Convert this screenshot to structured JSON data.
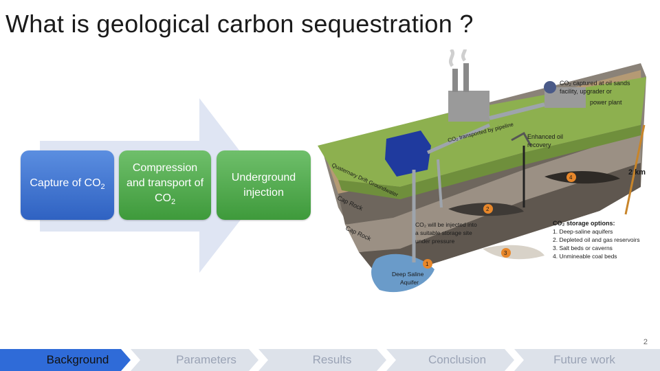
{
  "slide": {
    "title": "What is geological carbon sequestration ?",
    "page_number": "2"
  },
  "process": {
    "steps": [
      {
        "label_main": "Capture of CO",
        "label_sub": "2",
        "label_rest": ""
      },
      {
        "label_main": "Compression and transport of CO",
        "label_sub": "2",
        "label_rest": ""
      },
      {
        "label_main": "Underground injection",
        "label_sub": "",
        "label_rest": ""
      }
    ]
  },
  "diagram": {
    "source_label_line1": "CO₂ captured at oil sands",
    "source_label_line2": "facility, upgrader or",
    "source_label_line3": "power plant",
    "pipeline_label": "CO₂ transported by pipeline",
    "eor_label_line1": "Enhanced oil",
    "eor_label_line2": "recovery",
    "depth_label": "2 km",
    "layer_labels": [
      "Quaternary Drift Groundwater",
      "Cap Rock",
      "Cap Rock"
    ],
    "injection_label_line1": "CO₂ will be injected into",
    "injection_label_line2": "a suitable storage site",
    "injection_label_line3": "under pressure",
    "aquifer_label_line1": "Deep Saline",
    "aquifer_label_line2": "Aquifer",
    "storage_title": "CO₂ storage options:",
    "storage_options": [
      "1. Deep-saline aquifers",
      "2. Depleted oil and gas reservoirs",
      "3. Salt beds or caverns",
      "4. Unmineable coal beds"
    ],
    "markers": [
      "1",
      "2",
      "3",
      "4"
    ]
  },
  "navigation": {
    "items": [
      "Background",
      "Parameters",
      "Results",
      "Conclusion",
      "Future work"
    ],
    "active_index": 0
  },
  "colors": {
    "capture_blue": "#3a6fd0",
    "process_green": "#4fa94b",
    "nav_active": "#2f6bd8",
    "nav_inactive": "#dde2ea"
  }
}
